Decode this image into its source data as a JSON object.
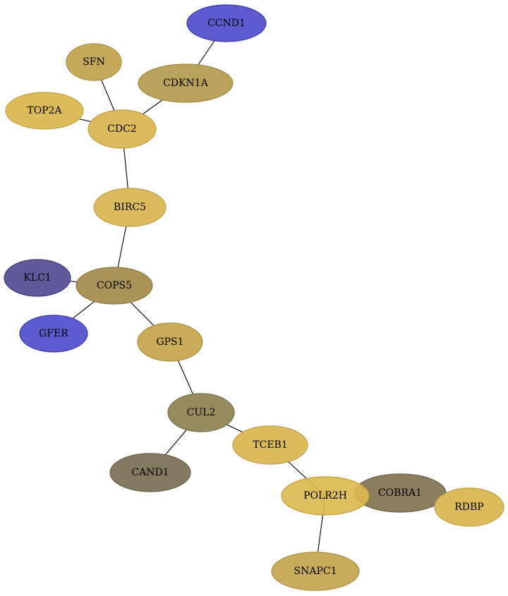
{
  "graph": {
    "nodes": [
      {
        "id": "CCND1",
        "label": "CCND1",
        "fill": "#5e5ad0",
        "stroke": "#3b38a8"
      },
      {
        "id": "SFN",
        "label": "SFN",
        "fill": "#c4a95a",
        "stroke": "#a88f45"
      },
      {
        "id": "CDKN1A",
        "label": "CDKN1A",
        "fill": "#b9a25c",
        "stroke": "#9d8745"
      },
      {
        "id": "TOP2A",
        "label": "TOP2A",
        "fill": "#dcbb5b",
        "stroke": "#c2a044"
      },
      {
        "id": "CDC2",
        "label": "CDC2",
        "fill": "#dbba5d",
        "stroke": "#c0a046"
      },
      {
        "id": "BIRC5",
        "label": "BIRC5",
        "fill": "#dbbb5e",
        "stroke": "#c0a046"
      },
      {
        "id": "KLC1",
        "label": "KLC1",
        "fill": "#5e5a9c",
        "stroke": "#3d3a7a"
      },
      {
        "id": "COPS5",
        "label": "COPS5",
        "fill": "#a99358",
        "stroke": "#8c7841"
      },
      {
        "id": "GFER",
        "label": "GFER",
        "fill": "#5e5ad0",
        "stroke": "#3b38a8"
      },
      {
        "id": "GPS1",
        "label": "GPS1",
        "fill": "#c9ab59",
        "stroke": "#ad9043"
      },
      {
        "id": "CUL2",
        "label": "CUL2",
        "fill": "#978a5e",
        "stroke": "#7b6f48"
      },
      {
        "id": "CAND1",
        "label": "CAND1",
        "fill": "#847a62",
        "stroke": "#695f49"
      },
      {
        "id": "TCEB1",
        "label": "TCEB1",
        "fill": "#dbbb5c",
        "stroke": "#c0a045"
      },
      {
        "id": "POLR2H",
        "label": "POLR2H",
        "fill": "#dbb94f",
        "stroke": "#c09f38"
      },
      {
        "id": "COBRA1",
        "label": "COBRA1",
        "fill": "#8b7e5e",
        "stroke": "#706446"
      },
      {
        "id": "RDBP",
        "label": "RDBP",
        "fill": "#dbbb5c",
        "stroke": "#c0a045"
      },
      {
        "id": "SNAPC1",
        "label": "SNAPC1",
        "fill": "#c8ac5b",
        "stroke": "#ac9144"
      }
    ],
    "edges": [
      {
        "from": "CCND1",
        "to": "CDKN1A"
      },
      {
        "from": "SFN",
        "to": "CDC2"
      },
      {
        "from": "CDKN1A",
        "to": "CDC2"
      },
      {
        "from": "TOP2A",
        "to": "CDC2"
      },
      {
        "from": "CDC2",
        "to": "BIRC5"
      },
      {
        "from": "BIRC5",
        "to": "COPS5"
      },
      {
        "from": "KLC1",
        "to": "COPS5"
      },
      {
        "from": "COPS5",
        "to": "GFER"
      },
      {
        "from": "COPS5",
        "to": "GPS1"
      },
      {
        "from": "GPS1",
        "to": "CUL2"
      },
      {
        "from": "CUL2",
        "to": "CAND1"
      },
      {
        "from": "CUL2",
        "to": "TCEB1"
      },
      {
        "from": "TCEB1",
        "to": "POLR2H"
      },
      {
        "from": "POLR2H",
        "to": "SNAPC1"
      }
    ]
  }
}
